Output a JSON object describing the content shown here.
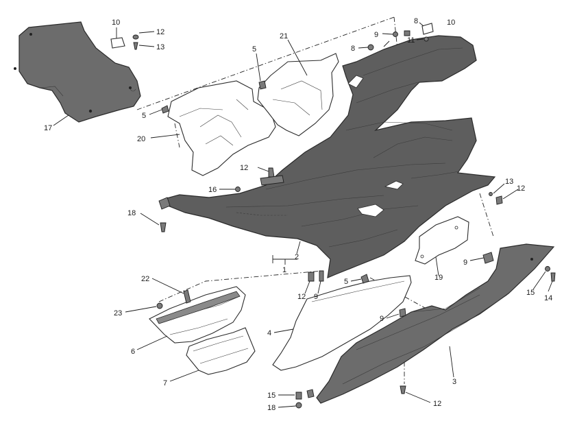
{
  "callouts": [
    {
      "id": "c10a",
      "label": "10"
    },
    {
      "id": "c12a",
      "label": "12"
    },
    {
      "id": "c13a",
      "label": "13"
    },
    {
      "id": "c17",
      "label": "17"
    },
    {
      "id": "c21",
      "label": "21"
    },
    {
      "id": "c5a",
      "label": "5"
    },
    {
      "id": "c5b",
      "label": "5"
    },
    {
      "id": "c20",
      "label": "20"
    },
    {
      "id": "c8a",
      "label": "8"
    },
    {
      "id": "c10b",
      "label": "10"
    },
    {
      "id": "c9a",
      "label": "9"
    },
    {
      "id": "c11",
      "label": "11"
    },
    {
      "id": "c8b",
      "label": "8"
    },
    {
      "id": "c12b",
      "label": "12"
    },
    {
      "id": "c16",
      "label": "16"
    },
    {
      "id": "c13b",
      "label": "13"
    },
    {
      "id": "c12c",
      "label": "12"
    },
    {
      "id": "c18a",
      "label": "18"
    },
    {
      "id": "c2",
      "label": "2"
    },
    {
      "id": "c1",
      "label": "1"
    },
    {
      "id": "c19",
      "label": "19"
    },
    {
      "id": "c9b",
      "label": "9"
    },
    {
      "id": "c22",
      "label": "22"
    },
    {
      "id": "c12d",
      "label": "12"
    },
    {
      "id": "c9c",
      "label": "9"
    },
    {
      "id": "c5c",
      "label": "5"
    },
    {
      "id": "c15a",
      "label": "15"
    },
    {
      "id": "c14",
      "label": "14"
    },
    {
      "id": "c23",
      "label": "23"
    },
    {
      "id": "c9d",
      "label": "9"
    },
    {
      "id": "c4",
      "label": "4"
    },
    {
      "id": "c6",
      "label": "6"
    },
    {
      "id": "c3",
      "label": "3"
    },
    {
      "id": "c7",
      "label": "7"
    },
    {
      "id": "c15b",
      "label": "15"
    },
    {
      "id": "c12e",
      "label": "12"
    },
    {
      "id": "c18b",
      "label": "18"
    }
  ]
}
